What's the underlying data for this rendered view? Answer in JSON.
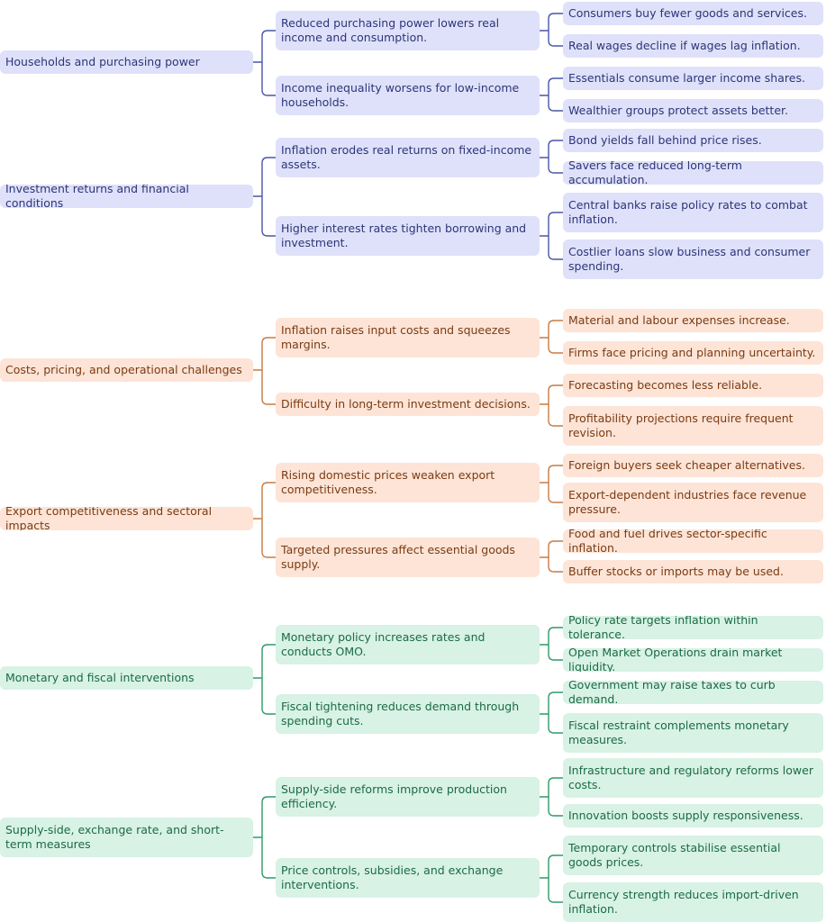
{
  "mindmap": {
    "colors": {
      "blue_fill": "#dfe1fa",
      "blue_line": "#4a55a6",
      "orange_fill": "#fde4d6",
      "orange_line": "#c97a42",
      "green_fill": "#d8f2e5",
      "green_line": "#2f9a68"
    },
    "groups": [
      {
        "label": "Households and purchasing power",
        "theme": "blue",
        "subtopics": [
          {
            "label": "Reduced purchasing power lowers real income and consumption.",
            "details": [
              "Consumers buy fewer goods and services.",
              "Real wages decline if wages lag inflation."
            ]
          },
          {
            "label": "Income inequality worsens for low-income households.",
            "details": [
              "Essentials consume larger income shares.",
              "Wealthier groups protect assets better."
            ]
          }
        ]
      },
      {
        "label": "Investment returns and financial conditions",
        "theme": "blue",
        "subtopics": [
          {
            "label": "Inflation erodes real returns on fixed-income assets.",
            "details": [
              "Bond yields fall behind price rises.",
              "Savers face reduced long-term accumulation."
            ]
          },
          {
            "label": "Higher interest rates tighten borrowing and investment.",
            "details": [
              "Central banks raise policy rates to combat inflation.",
              "Costlier loans slow business and consumer spending."
            ]
          }
        ]
      },
      {
        "label": "Costs, pricing, and operational challenges",
        "theme": "orange",
        "subtopics": [
          {
            "label": "Inflation raises input costs and squeezes margins.",
            "details": [
              "Material and labour expenses increase.",
              "Firms face pricing and planning uncertainty."
            ]
          },
          {
            "label": "Difficulty in long-term investment decisions.",
            "details": [
              "Forecasting becomes less reliable.",
              "Profitability projections require frequent revision."
            ]
          }
        ]
      },
      {
        "label": "Export competitiveness and sectoral impacts",
        "theme": "orange",
        "subtopics": [
          {
            "label": "Rising domestic prices weaken export competitiveness.",
            "details": [
              "Foreign buyers seek cheaper alternatives.",
              "Export-dependent industries face revenue pressure."
            ]
          },
          {
            "label": "Targeted pressures affect essential goods supply.",
            "details": [
              "Food and fuel drives sector-specific inflation.",
              "Buffer stocks or imports may be used."
            ]
          }
        ]
      },
      {
        "label": "Monetary and fiscal interventions",
        "theme": "green",
        "subtopics": [
          {
            "label": "Monetary policy increases rates and conducts OMO.",
            "details": [
              "Policy rate targets inflation within tolerance.",
              "Open Market Operations drain market liquidity."
            ]
          },
          {
            "label": "Fiscal tightening reduces demand through spending cuts.",
            "details": [
              "Government may raise taxes to curb demand.",
              "Fiscal restraint complements monetary measures."
            ]
          }
        ]
      },
      {
        "label": "Supply-side, exchange rate, and short-term measures",
        "theme": "green",
        "subtopics": [
          {
            "label": "Supply-side reforms improve production efficiency.",
            "details": [
              "Infrastructure and regulatory reforms lower costs.",
              "Innovation boosts supply responsiveness."
            ]
          },
          {
            "label": "Price controls, subsidies, and exchange interventions.",
            "details": [
              "Temporary controls stabilise essential goods prices.",
              "Currency strength reduces import-driven inflation."
            ]
          }
        ]
      }
    ]
  }
}
